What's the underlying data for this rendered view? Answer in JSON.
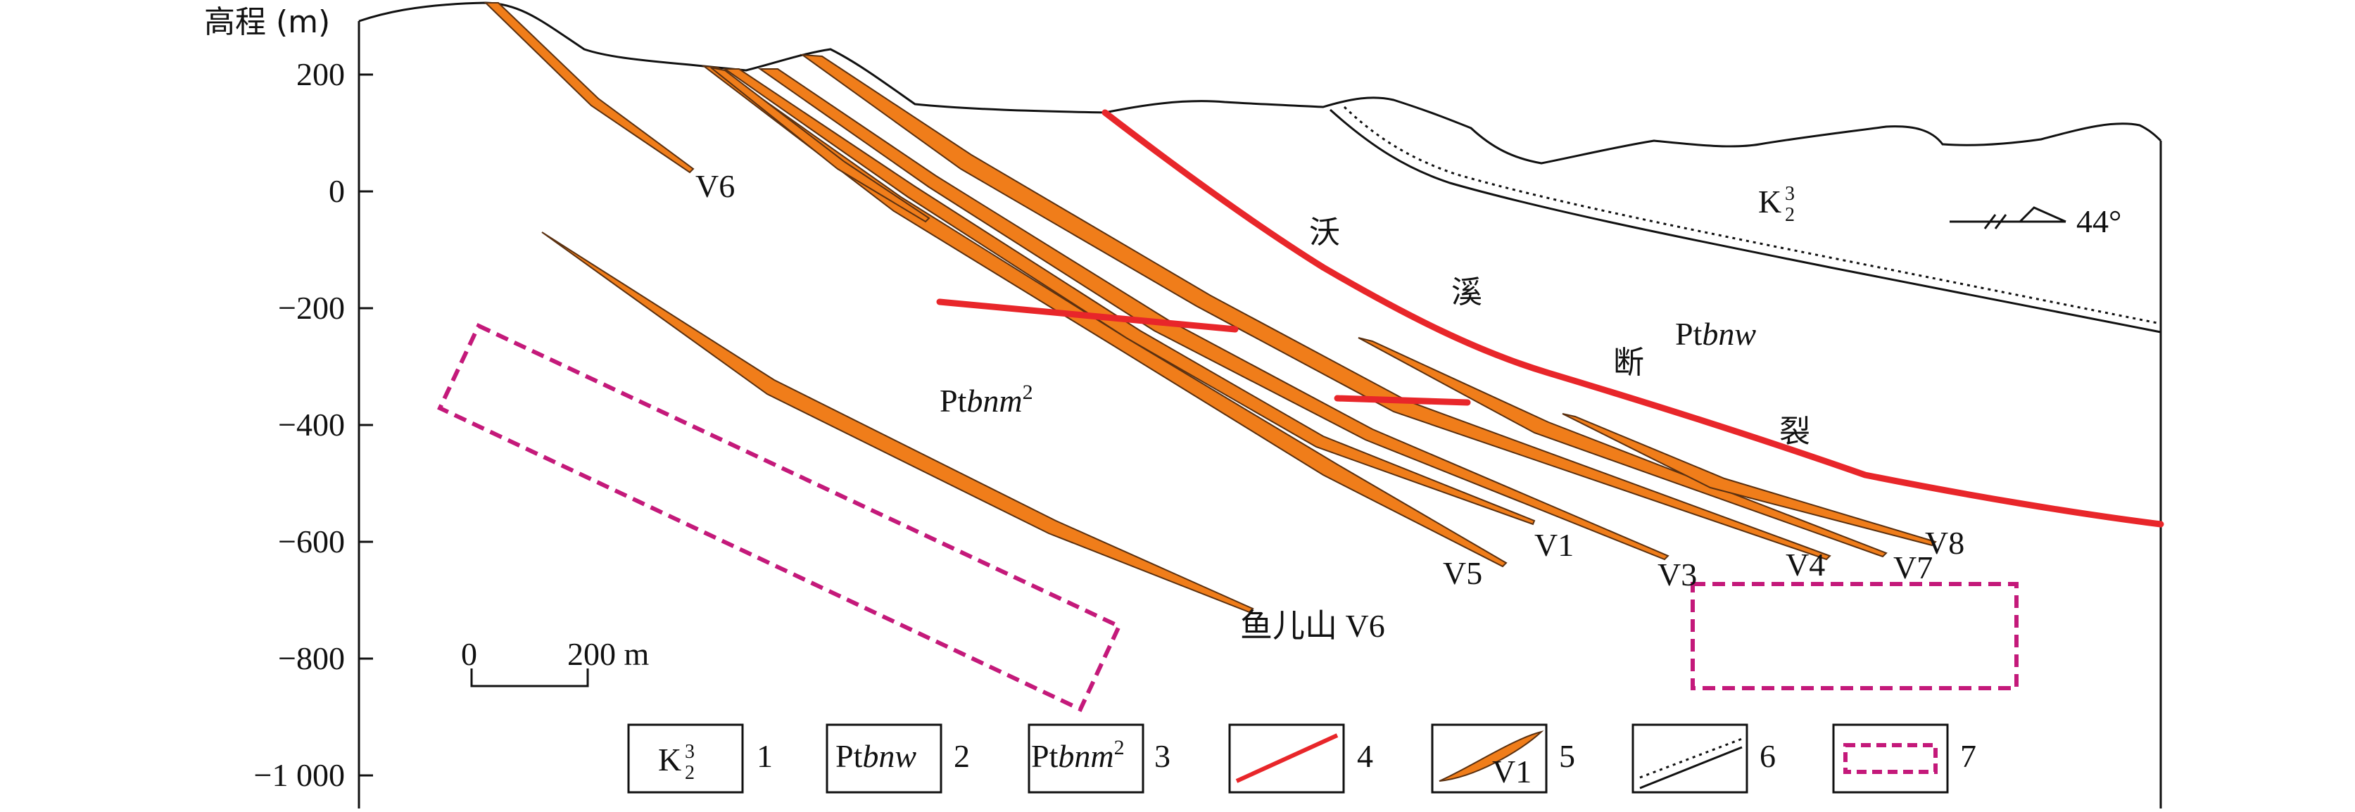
{
  "yaxis": {
    "title": "高程 (m)",
    "ticks": [
      "200",
      "0",
      "−200",
      "−400",
      "−600",
      "−800",
      "−1 000"
    ]
  },
  "labels": {
    "v6_top": "V6",
    "v6_bottom": "鱼儿山 V6",
    "v1": "V1",
    "v3": "V3",
    "v4": "V4",
    "v5": "V5",
    "v7": "V7",
    "v8": "V8",
    "fault_chars": [
      "沃",
      "溪",
      "断",
      "裂"
    ],
    "unit_k": "K",
    "unit_k_sub": "2",
    "unit_k_sup": "3",
    "unit_ptbnw_pre": "Pt",
    "unit_ptbnw_it": "bnw",
    "unit_ptbnm_pre": "Pt",
    "unit_ptbnm_it": "bnm",
    "unit_ptbnm_sup": "2",
    "dip": "44°"
  },
  "scale": {
    "zero": "0",
    "length": "200 m"
  },
  "legend": {
    "items": [
      {
        "num": "1",
        "key": "k2-3"
      },
      {
        "num": "2",
        "key": "ptbnw"
      },
      {
        "num": "3",
        "key": "ptbnm2"
      },
      {
        "num": "4",
        "key": "fault-line"
      },
      {
        "num": "5",
        "key": "ore-body",
        "text": "V1"
      },
      {
        "num": "6",
        "key": "boundary"
      },
      {
        "num": "7",
        "key": "target-zone"
      }
    ]
  },
  "colors": {
    "fault": "#e8262a",
    "orebody": "#f07d1a",
    "orebody_edge": "#5a3010",
    "target": "#c4197a",
    "line": "#111111"
  }
}
